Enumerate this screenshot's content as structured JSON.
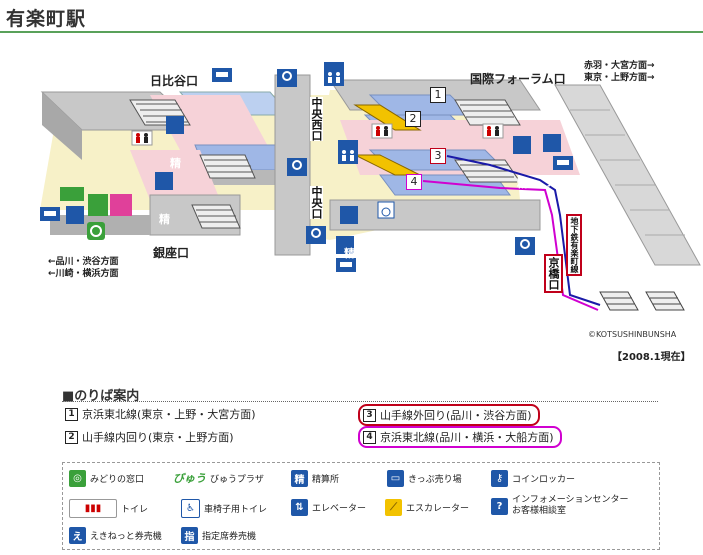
{
  "station_title": "有楽町駅",
  "exits": {
    "hibiya": "日比谷口",
    "kokusai_forum": "国際フォーラム口",
    "chuo_nishi": "中央西口",
    "chuo": "中央口",
    "ginza": "銀座口",
    "kyobashi": "京橋口"
  },
  "subway_label": "地下鉄有楽町線",
  "directions": {
    "north_1": "赤羽・大宮方面→",
    "north_2": "東京・上野方面→",
    "south_1": "←品川・渋谷方面",
    "south_2": "←川崎・横浜方面"
  },
  "platform_markers": [
    "1",
    "2",
    "3",
    "4"
  ],
  "map_icons": {
    "seisan": "精",
    "shitei": "指"
  },
  "copyright": "©KOTSUSHINBUNSHA",
  "as_of": "【2008.1現在】",
  "guide": {
    "heading": "■のりば案内",
    "platforms": [
      {
        "num": "1",
        "text": "京浜東北線(東京・上野・大宮方面)",
        "highlight": ""
      },
      {
        "num": "2",
        "text": "山手線内回り(東京・上野方面)",
        "highlight": ""
      },
      {
        "num": "3",
        "text": "山手線外回り(品川・渋谷方面)",
        "highlight": "#c0001a"
      },
      {
        "num": "4",
        "text": "京浜東北線(品川・横浜・大船方面)",
        "highlight": "#d000d0"
      }
    ]
  },
  "legend": {
    "midori": "みどりの窓口",
    "view_plaza": "びゅうプラザ",
    "view_logo": "びゅう",
    "seisanjo": "精算所",
    "kippu": "きっぷ売り場",
    "coin_locker": "コインロッカー",
    "toilet": "トイレ",
    "wheelchair_toilet": "車椅子用トイレ",
    "elevator": "エレベーター",
    "escalator": "エスカレーター",
    "info_1": "インフォメーションセンター",
    "info_2": "お客様相談室",
    "eki_net": "えきねっと券売機",
    "shitei_ken": "指定席券売機",
    "e_glyph": "え",
    "shitei_glyph": "指",
    "seisan_glyph": "精"
  },
  "colors": {
    "route_3": "#1a1aa8",
    "route_4": "#d000d0",
    "platform_blue": "#9fb7e6",
    "concourse_pink": "#f6d2d8",
    "floor_cream": "#f7f1c8",
    "structure_gray": "#c8c8c8",
    "title_rule": "#59a15a"
  }
}
